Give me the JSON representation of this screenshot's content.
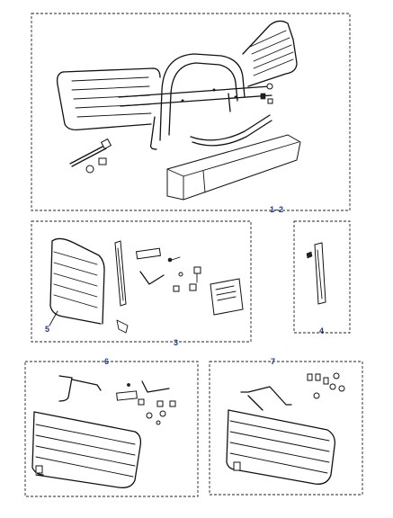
{
  "labels": {
    "box_1_2": "1–2",
    "box_3": "3",
    "box_4": "4",
    "box_5": "5",
    "box_6": "6",
    "box_7": "7"
  },
  "colors": {
    "label": "#1a3a8f",
    "line": "#111111"
  }
}
